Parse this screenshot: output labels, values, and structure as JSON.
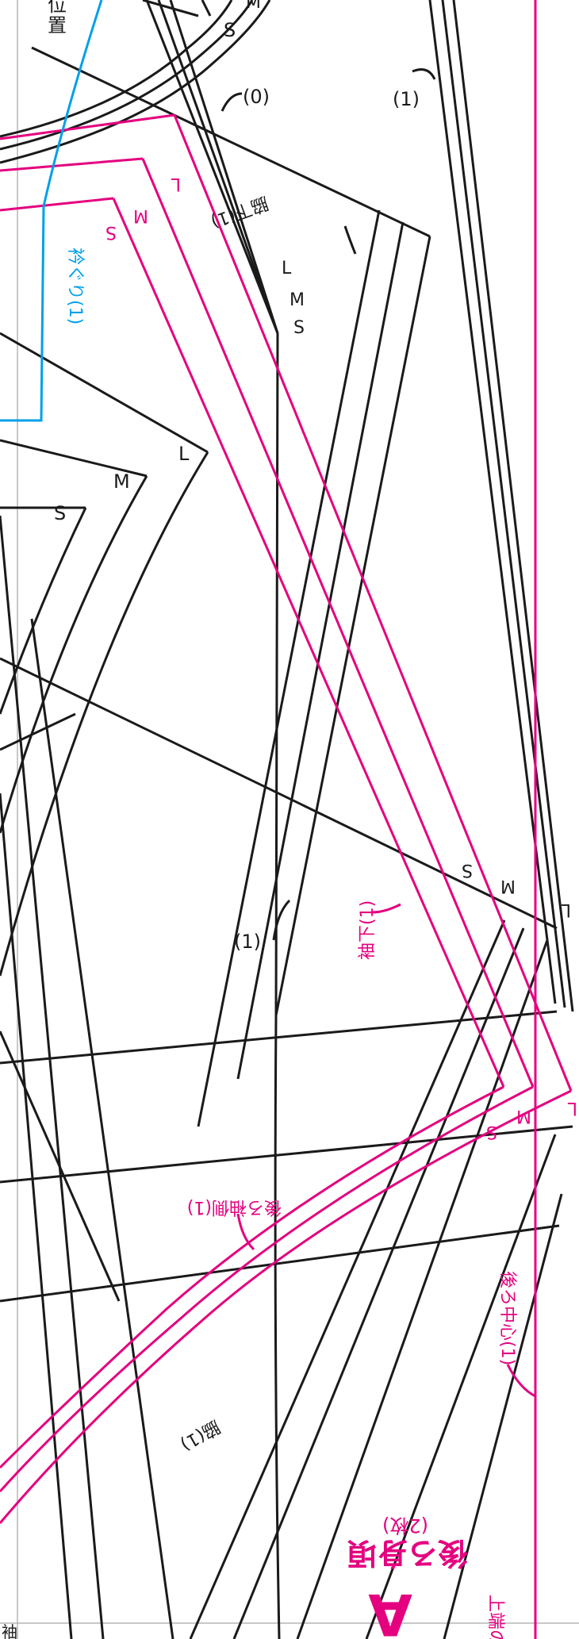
{
  "colors": {
    "black_line": "#1a1a1a",
    "magenta": "#e4007f",
    "cyan": "#00a0e9",
    "grid_gray": "#b5b5b5"
  },
  "labels": {
    "position_1": "位",
    "position_2": "置",
    "size_s": "S",
    "size_m": "M",
    "size_l": "L",
    "count_0": "(0)",
    "count_1": "(1)",
    "underarm": "脇下(1)",
    "neckline": "衿ぐり(1)",
    "sleeve": "袖下(1)",
    "back_sleeve_side": "後ろ袖側(1)",
    "back_center": "後ろ中心(1)",
    "side": "脇(1)",
    "piece_letter": "A",
    "piece_name": "後ろ身頃",
    "piece_qty": "(2枚)",
    "edge_partial": "上端の",
    "corner_char": "袖"
  }
}
